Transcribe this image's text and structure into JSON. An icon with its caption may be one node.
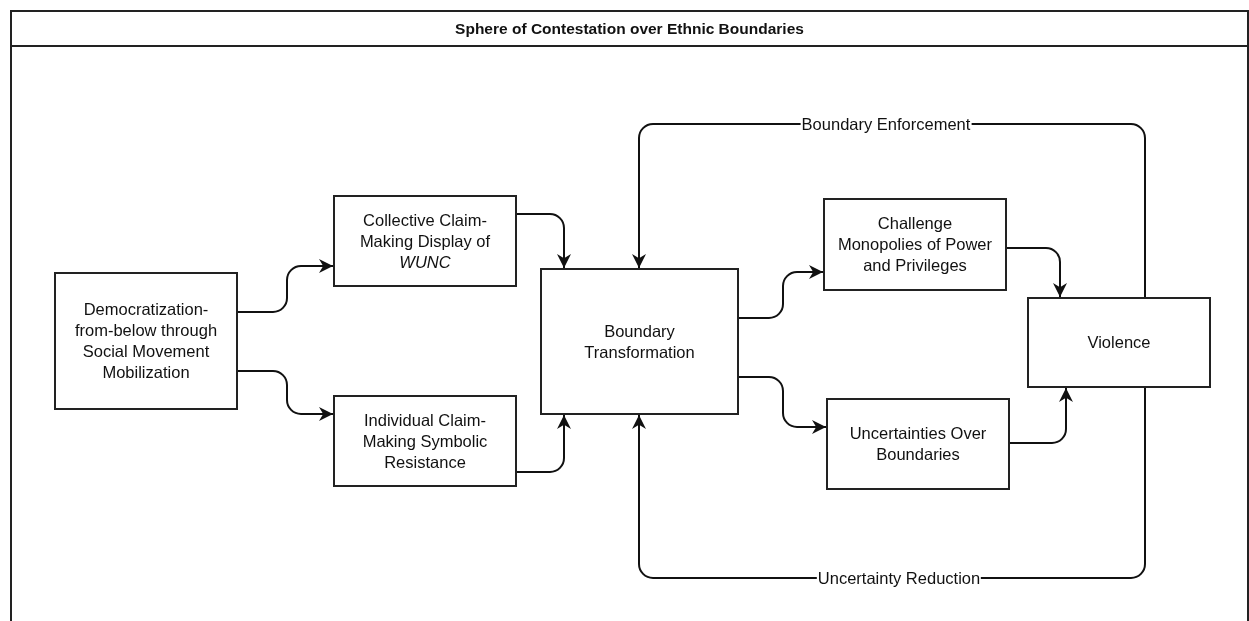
{
  "diagram": {
    "nodes": [
      {
        "text": [
          "Sphere of Contestation over Ethnic Boundaries"
        ]
      },
      {
        "text": [
          "Democratization-from-below through Social Movement Mobilization"
        ],
        "in": 0
      },
      {
        "text": [
          "Collective Claim-Making Display of *WUNC*"
        ],
        "in": 0
      },
      {
        "text": [
          "Individual Claim-Making Symbolic Resistance"
        ],
        "in": 0
      },
      {
        "text": [
          "Boundary Transformation"
        ],
        "in": 0
      },
      {
        "text": [
          "Challenge Monopolies of Power and Privileges"
        ],
        "in": 0
      },
      {
        "text": [
          "Uncertainties Over Boundaries"
        ],
        "in": 0
      },
      {
        "text": [
          "Violence"
        ],
        "in": 0
      }
    ],
    "edges": [
      {
        "from": 1,
        "to": 2,
        "arrow": "to"
      },
      {
        "from": 1,
        "to": 3,
        "arrow": "to"
      },
      {
        "from": 2,
        "to": 4,
        "arrow": "to"
      },
      {
        "from": 3,
        "to": 4,
        "arrow": "to"
      },
      {
        "from": 4,
        "to": 5,
        "arrow": "to"
      },
      {
        "from": 4,
        "to": 6,
        "arrow": "to"
      },
      {
        "from": 5,
        "to": 7,
        "arrow": "to"
      },
      {
        "from": 6,
        "to": 7,
        "arrow": "to"
      },
      {
        "from": 7,
        "to": 4,
        "arrow": "to",
        "label": "Boundary Enforcement"
      },
      {
        "from": 7,
        "to": 4,
        "arrow": "to",
        "label": "Uncertainty Reduction"
      }
    ]
  }
}
